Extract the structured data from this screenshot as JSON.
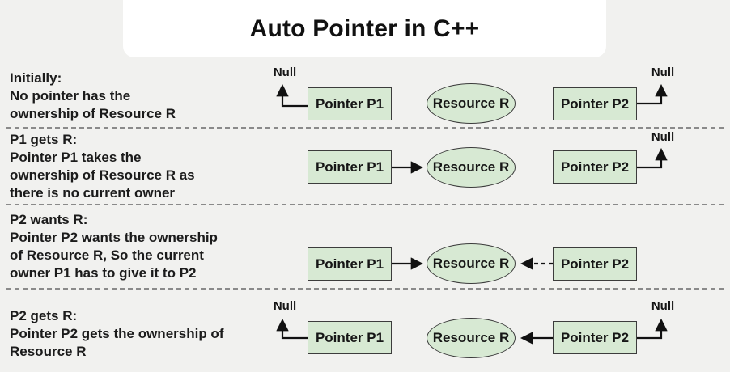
{
  "title": "Auto Pointer in C++",
  "labels": {
    "pointer_p1": "Pointer P1",
    "pointer_p2": "Pointer P2",
    "resource": "Resource R",
    "null_value": "Null"
  },
  "sections": [
    {
      "heading": "Initially:",
      "lines": [
        "No pointer has the",
        "ownership of Resource R"
      ]
    },
    {
      "heading": "P1 gets R:",
      "lines": [
        "Pointer P1 takes the",
        "ownership of Resource R as",
        "there is no current owner"
      ]
    },
    {
      "heading": "P2 wants R:",
      "lines": [
        "Pointer P2 wants the ownership",
        "of Resource R, So the current",
        "owner P1 has to give it to P2"
      ]
    },
    {
      "heading": "P2 gets R:",
      "lines": [
        "Pointer P2 gets the ownership of",
        "Resource R"
      ]
    }
  ],
  "colors": {
    "background": "#f1f1ef",
    "title_background": "#ffffff",
    "shape_fill": "#d7e9d3",
    "shape_border": "#3c3c3c",
    "arrow": "#111111",
    "divider": "#8a8a8a",
    "text": "#1b1b1b"
  }
}
